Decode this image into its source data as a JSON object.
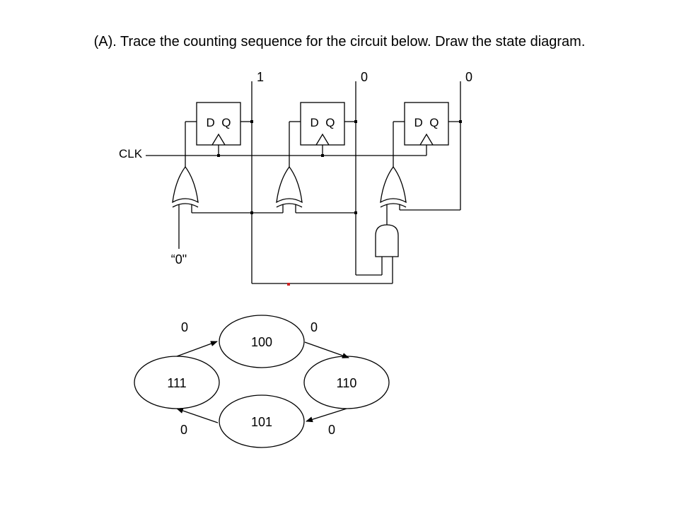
{
  "title": "(A). Trace the counting sequence for the circuit below.  Draw the state diagram.",
  "circuit": {
    "output_values": [
      "1",
      "0",
      "0"
    ],
    "flipflop_labels": [
      "D  Q",
      "D  Q",
      "D  Q"
    ],
    "clock_label": "CLK",
    "constant_input": "“0\""
  },
  "state_diagram": {
    "states": [
      "100",
      "110",
      "101",
      "111"
    ],
    "transition_outputs": [
      "0",
      "0",
      "0",
      "0"
    ]
  }
}
